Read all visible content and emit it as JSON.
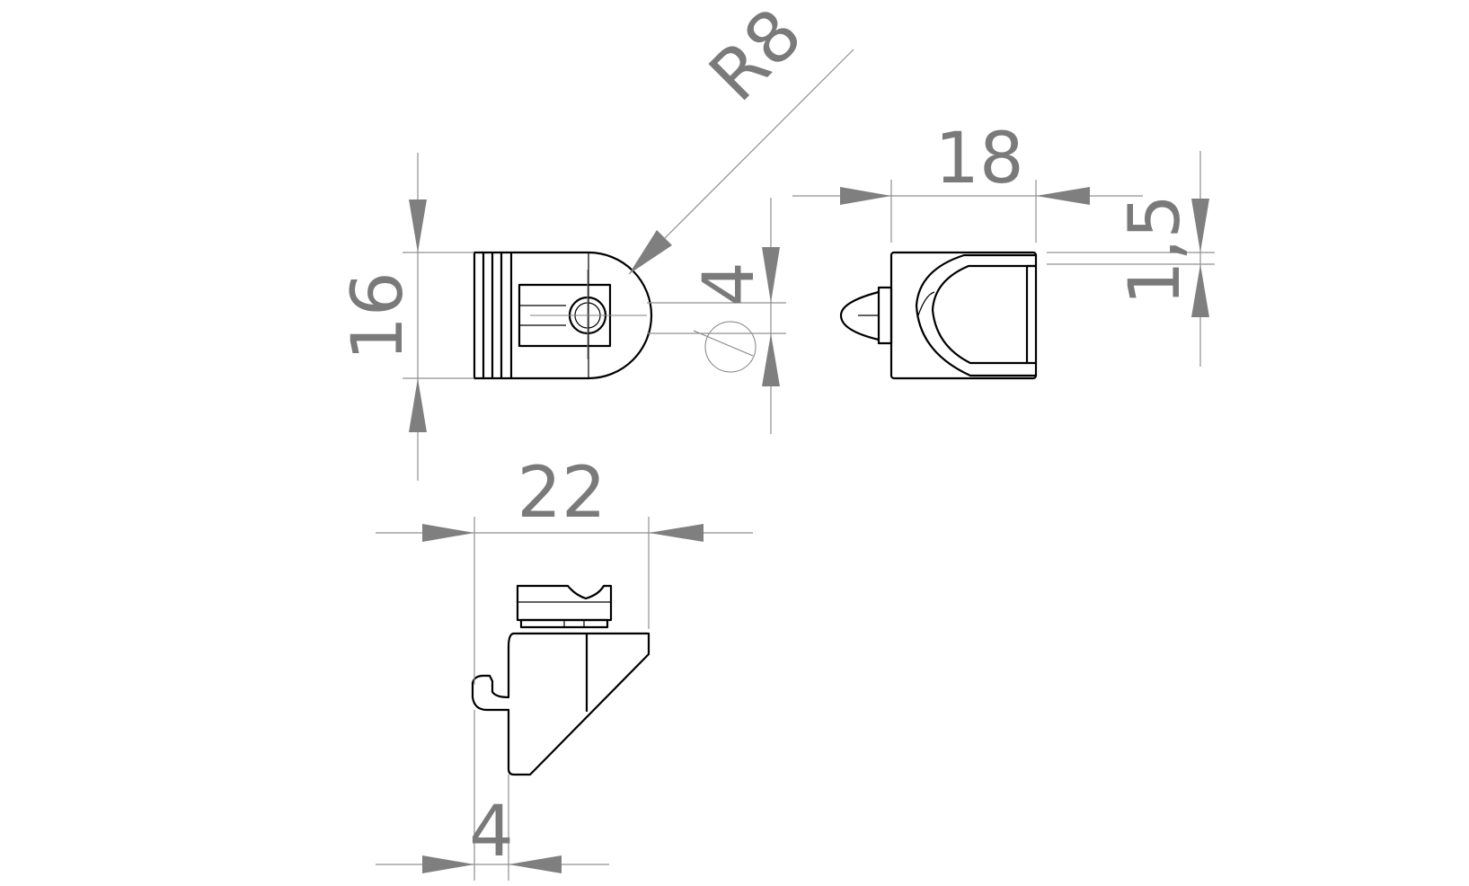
{
  "dimensions": {
    "radius": "R8",
    "height_front": "16",
    "hole": "4",
    "width_side": "18",
    "offset_side": "1,5",
    "length_bottom": "22",
    "hook": "4"
  }
}
